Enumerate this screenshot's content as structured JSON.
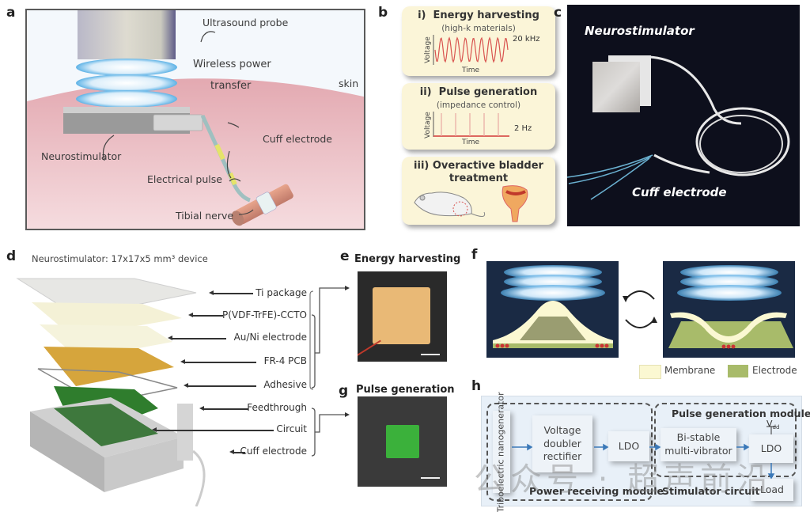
{
  "panels": {
    "a": {
      "letter": "a",
      "labels": {
        "probe": "Ultrasound probe",
        "wireless": "Wireless power",
        "transfer": "transfer",
        "skin": "skin",
        "cuff": "Cuff electrode",
        "neuro": "Neurostimulator",
        "pulse": "Electrical pulse",
        "nerve": "Tibial nerve"
      }
    },
    "b": {
      "letter": "b",
      "cards": [
        {
          "num": "i)",
          "title": "Energy harvesting",
          "subtitle": "(high-k materials)",
          "ylabel": "Voltage",
          "xlabel": "Time",
          "freq": "20 kHz"
        },
        {
          "num": "ii)",
          "title": "Pulse generation",
          "subtitle": "(impedance control)",
          "ylabel": "Voltage",
          "xlabel": "Time",
          "freq": "2 Hz"
        },
        {
          "num": "iii)",
          "title": "Overactive bladder",
          "title2": "treatment"
        }
      ]
    },
    "c": {
      "letter": "c",
      "labels": {
        "neuro": "Neurostimulator",
        "cuff": "Cuff electrode"
      }
    },
    "d": {
      "letter": "d",
      "title": "Neurostimulator: 17x17x5 mm³ device",
      "layers": [
        "Ti package",
        "P(VDF-TrFE)-CCTO",
        "Au/Ni electrode",
        "FR-4 PCB",
        "Adhesive",
        "Feedthrough",
        "Circuit",
        "Cuff electrode"
      ]
    },
    "e": {
      "letter": "e",
      "title": "Energy harvesting"
    },
    "g": {
      "letter": "g",
      "title": "Pulse generation"
    },
    "f": {
      "letter": "f",
      "legend": [
        {
          "label": "Membrane",
          "color": "#fbf8d2"
        },
        {
          "label": "Electrode",
          "color": "#a8bb6a"
        }
      ]
    },
    "h": {
      "letter": "h",
      "blocks": {
        "teng": "Triboelectric nanogenerator",
        "vdr1": "Voltage",
        "vdr2": "doubler",
        "vdr3": "rectifier",
        "ldo1": "LDO",
        "bistable1": "Bi-stable",
        "bistable2": "multi-vibrator",
        "ldo2": "LDO",
        "load": "Load",
        "vdd": "V",
        "vdd_sub": "dd"
      },
      "modules": {
        "power": "Power receiving module",
        "pulse": "Pulse generation module",
        "stim": "Stimulator circuit"
      },
      "watermark": "公众号 · 超声前沿"
    }
  },
  "colors": {
    "skin": "#e9b7bd",
    "card_bg": "#fbf5d8",
    "wave": "#d9534f",
    "photo_bg": "#0d0f1c",
    "f_bg": "#1a2a44"
  }
}
